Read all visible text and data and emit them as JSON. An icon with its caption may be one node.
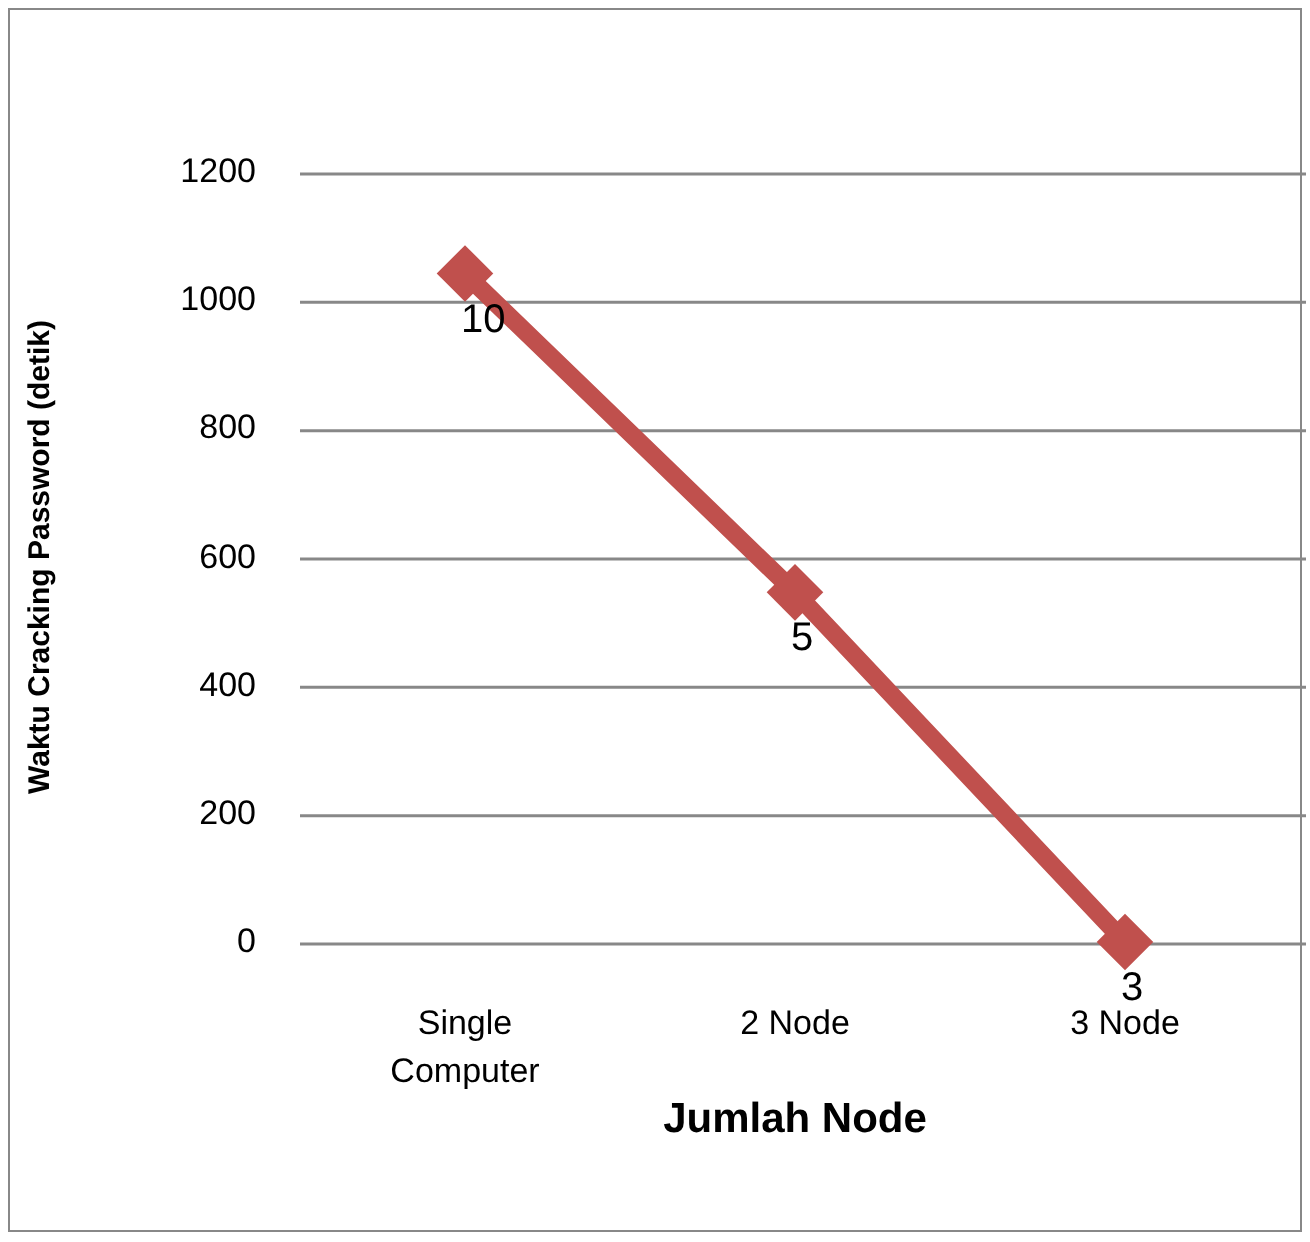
{
  "diagram": {
    "chart_data": {
      "type": "line",
      "xlabel": "Jumlah Node",
      "ylabel": "Waktu Cracking Password (detik)",
      "categories": [
        "Single Computer",
        "2 Node",
        "3 Node"
      ],
      "series": [
        {
          "color": "#c0504d",
          "marker": "diamond",
          "values": [
            1045,
            548,
            3
          ]
        }
      ],
      "grid": "y",
      "value_labels": [
        "10",
        "5",
        "3"
      ],
      "ylim": [
        0,
        1200
      ],
      "yticks": [
        0,
        200,
        400,
        600,
        800,
        1000,
        1200
      ]
    }
  }
}
